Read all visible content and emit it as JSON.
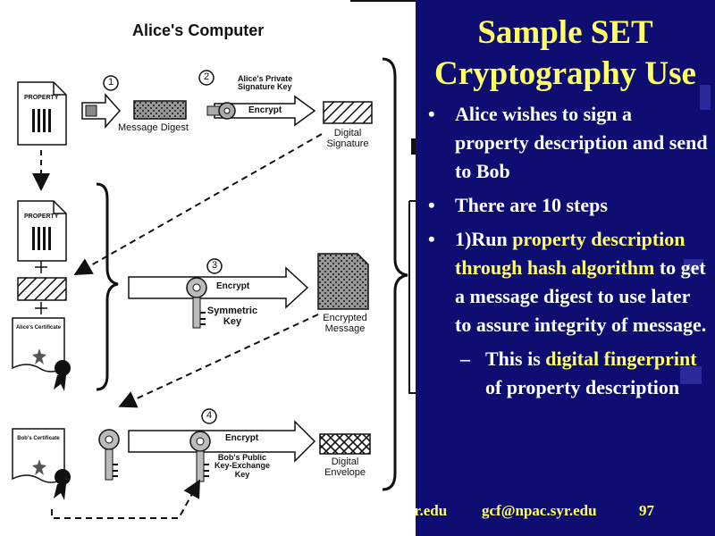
{
  "slide": {
    "title_line1": "Sample SET",
    "title_line2": "Cryptography Use",
    "bullets": [
      {
        "text": "Alice wishes to sign a property description and send to Bob"
      },
      {
        "text": "There are 10 steps"
      },
      {
        "parts": [
          {
            "t": "1)Run ",
            "hl": false
          },
          {
            "t": "property description through hash algorithm",
            "hl": true
          },
          {
            "t": " to get a message digest to use later to assure integrity of message.",
            "hl": false
          }
        ]
      }
    ],
    "sub_bullet": [
      {
        "t": "This is ",
        "hl": false
      },
      {
        "t": "digital fingerprint",
        "hl": true
      },
      {
        "t": " of property description",
        "hl": false
      }
    ],
    "footer": {
      "left": "yr.edu",
      "email": "gcf@npac.syr.edu",
      "page": "97"
    },
    "colors": {
      "panel_bg": "#0d0d72",
      "text": "#ffffff",
      "highlight": "#ffff66"
    }
  },
  "diagram": {
    "title": "Alice's Computer",
    "doc_label": "PROPERTY",
    "steps": [
      "1",
      "2",
      "3",
      "4"
    ],
    "labels": {
      "message_digest": "Message Digest",
      "alice_private_key": "Alice's Private Signature Key",
      "encrypt": "Encrypt",
      "digital_signature": "Digital Signature",
      "symmetric_key": "Symmetric Key",
      "encrypted_message": "Encrypted Message",
      "alice_certificate": "Alice's Certificate",
      "bob_certificate": "Bob's Certificate",
      "bob_public_key": "Bob's Public Key-Exchange Key",
      "digital_envelope": "Digital Envelope"
    },
    "icons": [
      "document-icon",
      "key-icon",
      "certificate-icon",
      "arrow-icon",
      "brace-icon"
    ]
  }
}
